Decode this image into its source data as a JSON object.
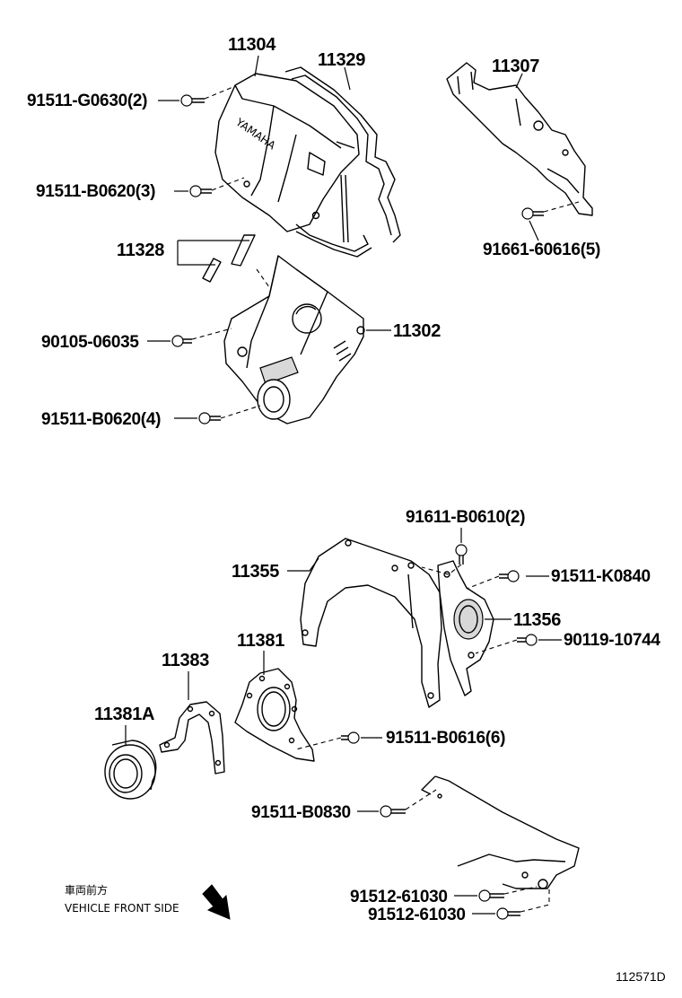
{
  "diagram_code": "112571D",
  "orientation": {
    "japanese_label": "車両前方",
    "english_label": "VEHICLE FRONT SIDE",
    "icon": "arrow-down-right-icon"
  },
  "callouts": {
    "c11304": "11304",
    "c11329": "11329",
    "c11307": "11307",
    "c91511_G0630": "91511-G0630(2)",
    "c91511_B0620_3": "91511-B0620(3)",
    "c91661": "91661-60616(5)",
    "c11328": "11328",
    "c90105": "90105-06035",
    "c11302": "11302",
    "c91511_B0620_4": "91511-B0620(4)",
    "c91611": "91611-B0610(2)",
    "c11355": "11355",
    "c91511_K0840": "91511-K0840",
    "c11356": "11356",
    "c90119": "90119-10744",
    "c11381": "11381",
    "c11383": "11383",
    "c11381A": "11381A",
    "c91511_B0616": "91511-B0616(6)",
    "c91511_B0830": "91511-B0830",
    "c91512_a": "91512-61030",
    "c91512_b": "91512-61030"
  },
  "cover_emblem": "YAMAHA"
}
